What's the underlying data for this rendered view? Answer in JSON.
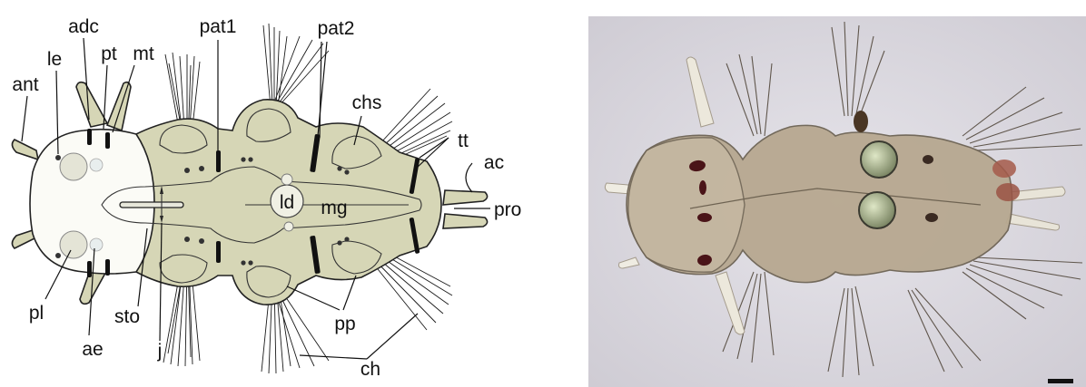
{
  "labels": {
    "ant": "ant",
    "le": "le",
    "adc": "adc",
    "pt": "pt",
    "mt": "mt",
    "pat1": "pat1",
    "pat2": "pat2",
    "chs": "chs",
    "tt": "tt",
    "ac": "ac",
    "pro": "pro",
    "ld": "ld",
    "mg": "mg",
    "pl": "pl",
    "ae": "ae",
    "sto": "sto",
    "j": "j",
    "pp": "pp",
    "ch": "ch"
  },
  "colors": {
    "body_fill": "#d6d6b6",
    "head_fill": "#fbfbf6",
    "gut_fill": "#f3f3ea",
    "photo_bg": "#dcdae0",
    "photo_body": "#b7a890",
    "eye_spot": "#4a1418",
    "seta_color": "#1a1a1a"
  },
  "scale_bar": {
    "visible": true
  }
}
